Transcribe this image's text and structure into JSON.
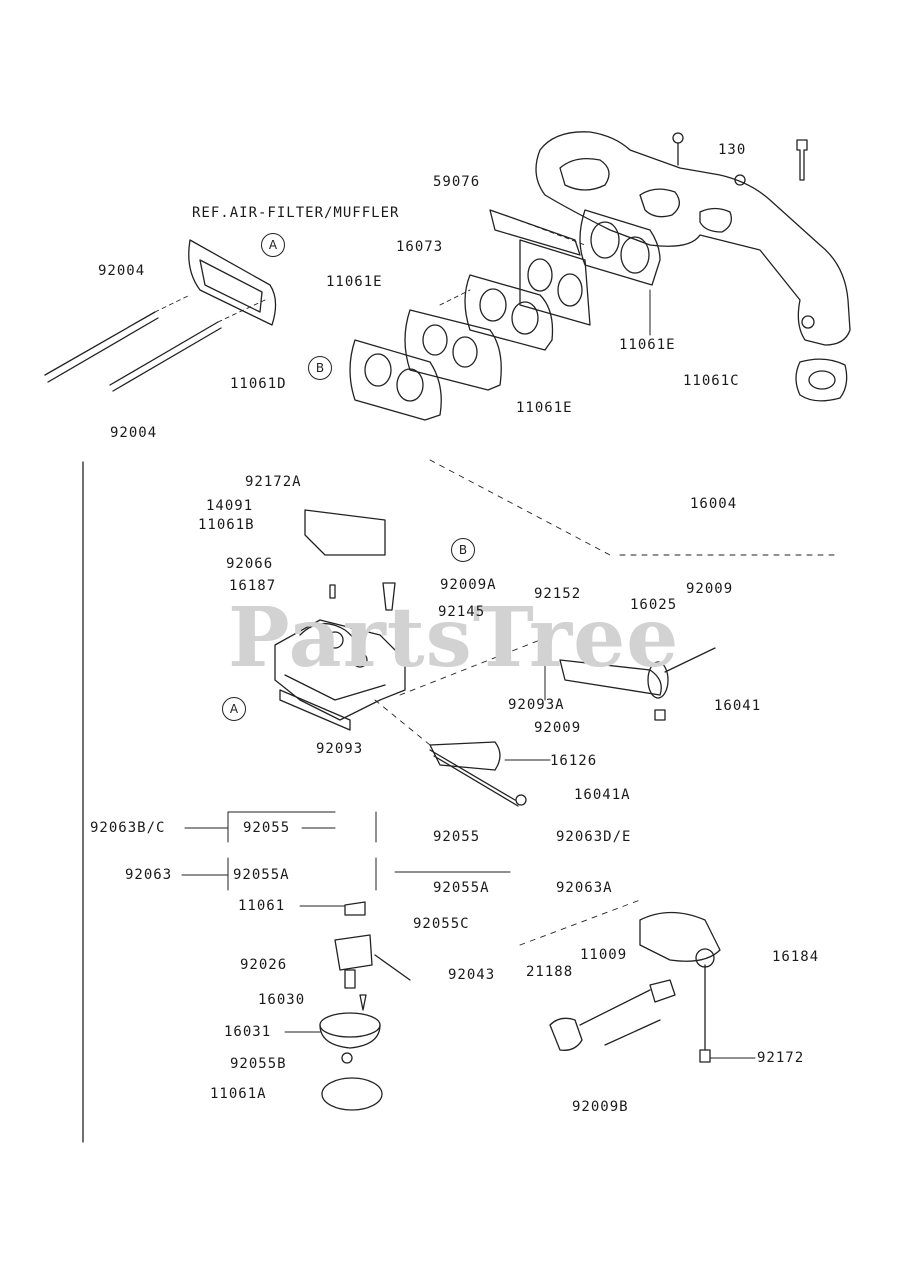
{
  "watermark": "PartsTree",
  "labels": {
    "p130": "130",
    "p59076": "59076",
    "ref": "REF.AIR-FILTER/MUFFLER",
    "p16073": "16073",
    "p92004a": "92004",
    "p11061e_a": "11061E",
    "p11061e_b": "11061E",
    "p11061d": "11061D",
    "p11061c": "11061C",
    "p11061e_c": "11061E",
    "p92004b": "92004",
    "p92172a": "92172A",
    "p14091": "14091",
    "p11061b": "11061B",
    "p16004": "16004",
    "p92066": "92066",
    "p16187": "16187",
    "p92009a": "92009A",
    "p92152": "92152",
    "p92009": "92009",
    "p16025": "16025",
    "p92145": "92145",
    "p92093a": "92093A",
    "p16041": "16041",
    "p92009_b": "92009",
    "p92093": "92093",
    "p16126": "16126",
    "p16041a": "16041A",
    "p92063bc": "92063B/C",
    "p92055_a": "92055",
    "p92055_b": "92055",
    "p92063de": "92063D/E",
    "p92063": "92063",
    "p92055a_a": "92055A",
    "p92055a_b": "92055A",
    "p92063a": "92063A",
    "p11061": "11061",
    "p92055c": "92055C",
    "p11009": "11009",
    "p16184": "16184",
    "p92026": "92026",
    "p92043": "92043",
    "p21188": "21188",
    "p16030": "16030",
    "p16031": "16031",
    "p92172": "92172",
    "p92055b": "92055B",
    "p11061a": "11061A",
    "p92009b": "92009B"
  },
  "callouts": {
    "a1": "A",
    "b1": "B",
    "b2": "B",
    "a2": "A"
  }
}
